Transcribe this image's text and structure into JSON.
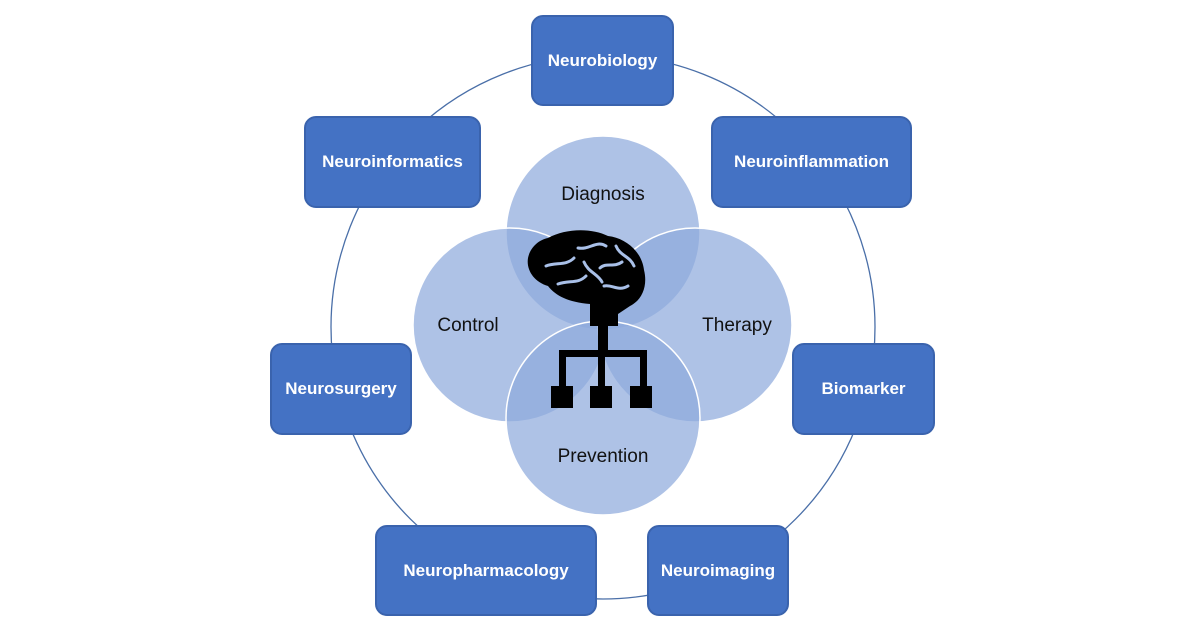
{
  "topics": {
    "neurobiology": "Neurobiology",
    "neuroinformatics": "Neuroinformatics",
    "neuroinflammation": "Neuroinflammation",
    "neurosurgery": "Neurosurgery",
    "biomarker": "Biomarker",
    "neuropharmacology": "Neuropharmacology",
    "neuroimaging": "Neuroimaging"
  },
  "core": {
    "diagnosis": "Diagnosis",
    "control": "Control",
    "therapy": "Therapy",
    "prevention": "Prevention"
  },
  "colors": {
    "box_fill": "#4472c4",
    "venn_fill": "#8faadc",
    "ring_stroke": "#4a6fa8",
    "icon": "#000000"
  },
  "icons": {
    "center": "brain-hierarchy-icon"
  }
}
